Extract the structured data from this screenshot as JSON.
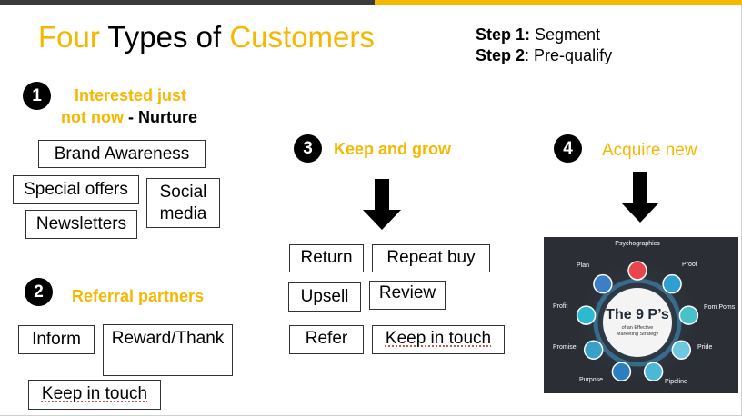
{
  "title": {
    "part1": "Four",
    "part2": " Types of ",
    "part3": "Customers"
  },
  "steps": [
    {
      "label": "Step 1:",
      "text": " Segment"
    },
    {
      "label": "Step 2",
      "text": ": Pre-qualify"
    }
  ],
  "section1": {
    "number": "1",
    "heading_line1": "Interested just",
    "heading_line2": "not now",
    "heading_suffix": " - Nurture",
    "boxes": [
      "Brand Awareness",
      "Special offers",
      "Social media",
      "Newsletters"
    ]
  },
  "section2": {
    "number": "2",
    "heading": "Referral partners",
    "boxes": [
      "Inform",
      "Reward/Thank",
      "Keep in touch"
    ]
  },
  "section3": {
    "number": "3",
    "heading": "Keep and grow",
    "boxes": [
      "Return",
      "Repeat buy",
      "Upsell",
      "Review",
      "Refer",
      "Keep in touch"
    ]
  },
  "section4": {
    "number": "4",
    "heading": "Acquire new"
  },
  "graphic": {
    "center_title": "The 9 P’s",
    "center_sub1": "of an Effective",
    "center_sub2": "Marketing Strategy",
    "labels": [
      "Psychographics",
      "Proof",
      "Pom Poms",
      "Pride",
      "Pipeline",
      "Purpose",
      "Promise",
      "Profit",
      "Plan"
    ],
    "colors": [
      "#e8454d",
      "#2f9fd0",
      "#48c1c9",
      "#6dc9e1",
      "#4ab8d6",
      "#2b7fbf",
      "#3aa0c8",
      "#2dbad0",
      "#3d7fc7"
    ]
  }
}
